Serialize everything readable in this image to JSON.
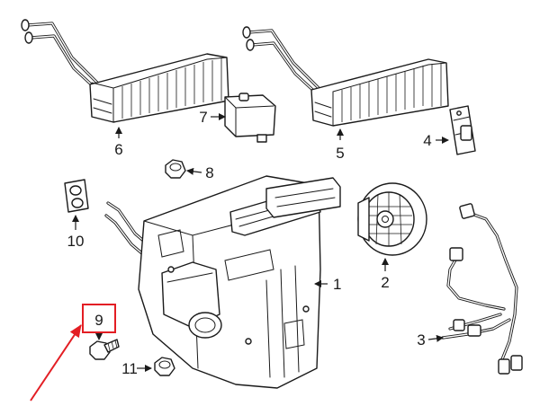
{
  "callouts": {
    "c1": "1",
    "c2": "2",
    "c3": "3",
    "c4": "4",
    "c5": "5",
    "c6": "6",
    "c7": "7",
    "c8": "8",
    "c9": "9",
    "c10": "10",
    "c11": "11"
  },
  "highlight": {
    "part": "9",
    "color": "#e31e24"
  },
  "colors": {
    "line": "#1a1a1a",
    "background": "#ffffff"
  }
}
